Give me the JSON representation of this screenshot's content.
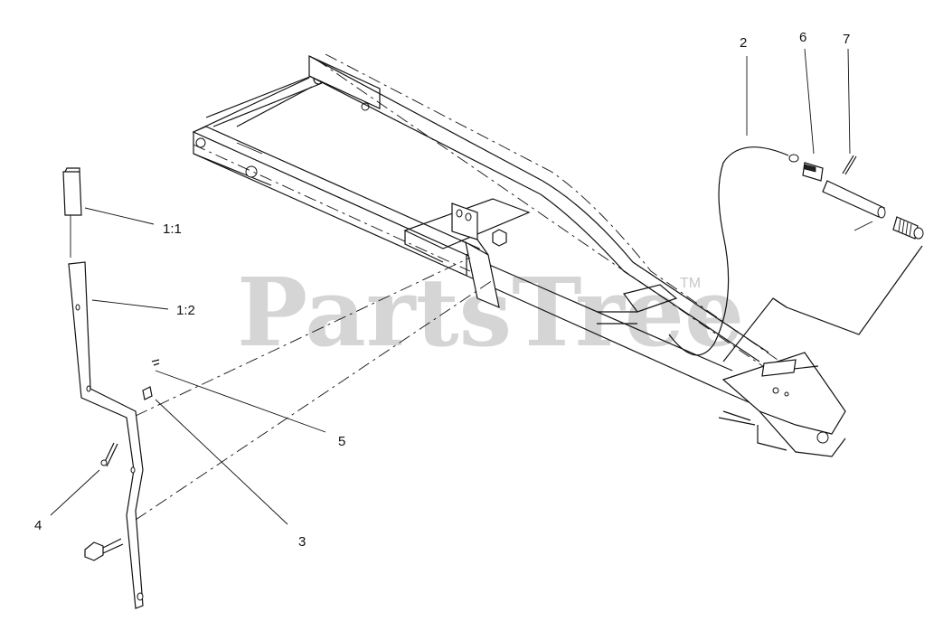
{
  "watermark": {
    "text": "PartsTree",
    "trademark": "TM"
  },
  "callouts": [
    {
      "id": "c-1-1",
      "label": "1:1"
    },
    {
      "id": "c-1-2",
      "label": "1:2"
    },
    {
      "id": "c-2",
      "label": "2"
    },
    {
      "id": "c-3",
      "label": "3"
    },
    {
      "id": "c-4",
      "label": "4"
    },
    {
      "id": "c-5",
      "label": "5"
    },
    {
      "id": "c-6",
      "label": "6"
    },
    {
      "id": "c-7",
      "label": "7"
    }
  ]
}
